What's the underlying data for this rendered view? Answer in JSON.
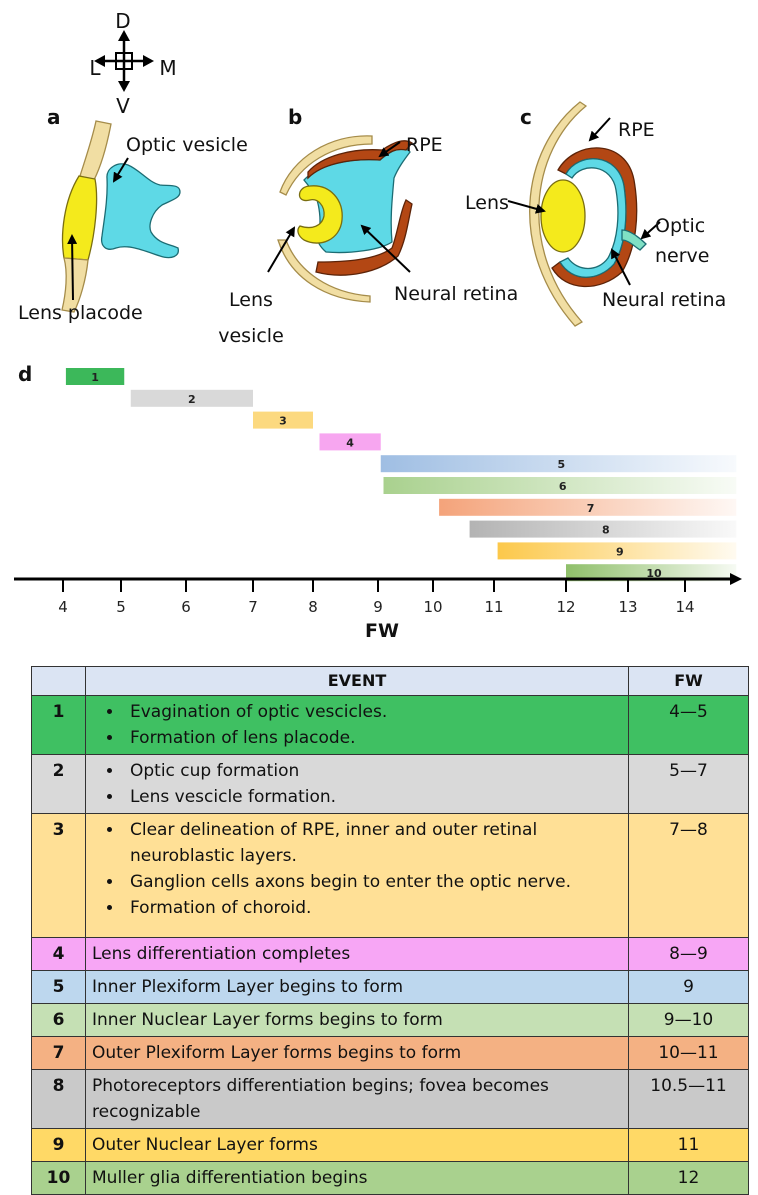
{
  "compass": {
    "d": "D",
    "v": "V",
    "l": "L",
    "m": "M"
  },
  "panels": {
    "a": {
      "letter": "a",
      "optic_vesicle": "Optic  vesicle",
      "lens_placode": "Lens  placode"
    },
    "b": {
      "letter": "b",
      "rpe": "RPE",
      "lens_vesicle_1": "Lens",
      "lens_vesicle_2": "vesicle",
      "neural_retina": "Neural retina"
    },
    "c": {
      "letter": "c",
      "rpe": "RPE",
      "lens": "Lens",
      "optic_nerve_1": "Optic",
      "optic_nerve_2": "nerve",
      "neural_retina": "Neural retina"
    },
    "d": {
      "letter": "d"
    }
  },
  "colors": {
    "lens": "#f4ea1c",
    "neural_retina": "#5ed9e6",
    "rpe": "#b34714",
    "ectoderm": "#f1dea3",
    "nerve": "#7fe0c4"
  },
  "chart_data": {
    "type": "timeline",
    "xlabel": "FW",
    "ticks": [
      4,
      5,
      6,
      7,
      8,
      9,
      10,
      11,
      12,
      13,
      14
    ],
    "xlim": [
      3.2,
      14.9
    ],
    "bars": [
      {
        "label": "1",
        "start": 4.05,
        "end": 5.05,
        "color": "#3cb85a",
        "fade": false
      },
      {
        "label": "2",
        "start": 5.15,
        "end": 7.0,
        "color": "#d9d9d9",
        "fade": false
      },
      {
        "label": "3",
        "start": 7.0,
        "end": 8.0,
        "color": "#fcd97f",
        "fade": false
      },
      {
        "label": "4",
        "start": 8.1,
        "end": 9.05,
        "color": "#f7a6f0",
        "fade": false
      },
      {
        "label": "5",
        "start": 9.05,
        "end": 14.9,
        "color": "#9fbee3",
        "fade": true
      },
      {
        "label": "6",
        "start": 9.1,
        "end": 14.9,
        "color": "#a9d18e",
        "fade": true
      },
      {
        "label": "7",
        "start": 10.1,
        "end": 14.9,
        "color": "#f4a37a",
        "fade": true
      },
      {
        "label": "8",
        "start": 10.6,
        "end": 14.9,
        "color": "#b3b3b3",
        "fade": true
      },
      {
        "label": "9",
        "start": 11.05,
        "end": 14.9,
        "color": "#fcc84a",
        "fade": true
      },
      {
        "label": "10",
        "start": 12.0,
        "end": 14.9,
        "color": "#8fbf6a",
        "fade": true
      }
    ]
  },
  "table": {
    "headers": {
      "num": "",
      "event": "EVENT",
      "fw": "FW"
    },
    "rows": [
      {
        "num": "1",
        "bg": "#3fc062",
        "bullets": [
          "Evagination of optic vescicles.",
          "Formation of lens placode."
        ],
        "fw": "4—5"
      },
      {
        "num": "2",
        "bg": "#d9d9d9",
        "bullets": [
          "Optic cup formation",
          "Lens vescicle formation."
        ],
        "fw": "5—7"
      },
      {
        "num": "3",
        "bg": "#ffe096",
        "bullets": [
          "Clear delineation of RPE, inner and outer retinal neuroblastic layers.",
          "Ganglion cells axons begin to enter the optic nerve.",
          "Formation of choroid."
        ],
        "fw": "7—8"
      },
      {
        "num": "4",
        "bg": "#f7a6f5",
        "text": "Lens differentiation completes",
        "fw": "8—9"
      },
      {
        "num": "5",
        "bg": "#bdd7ee",
        "text": "Inner Plexiform Layer begins to form",
        "fw": "9"
      },
      {
        "num": "6",
        "bg": "#c5e0b4",
        "text": "Inner Nuclear Layer forms begins to form",
        "fw": "9—10"
      },
      {
        "num": "7",
        "bg": "#f4b183",
        "text": "Outer Plexiform Layer forms begins to form",
        "fw": "10—11"
      },
      {
        "num": "8",
        "bg": "#c9c9c9",
        "text": "Photoreceptors differentiation begins; fovea becomes recognizable",
        "fw": "10.5—11"
      },
      {
        "num": "9",
        "bg": "#ffd966",
        "text": "Outer Nuclear Layer forms",
        "fw": "11"
      },
      {
        "num": "10",
        "bg": "#a9d18e",
        "text": "Muller glia differentiation begins",
        "fw": "12"
      }
    ]
  }
}
